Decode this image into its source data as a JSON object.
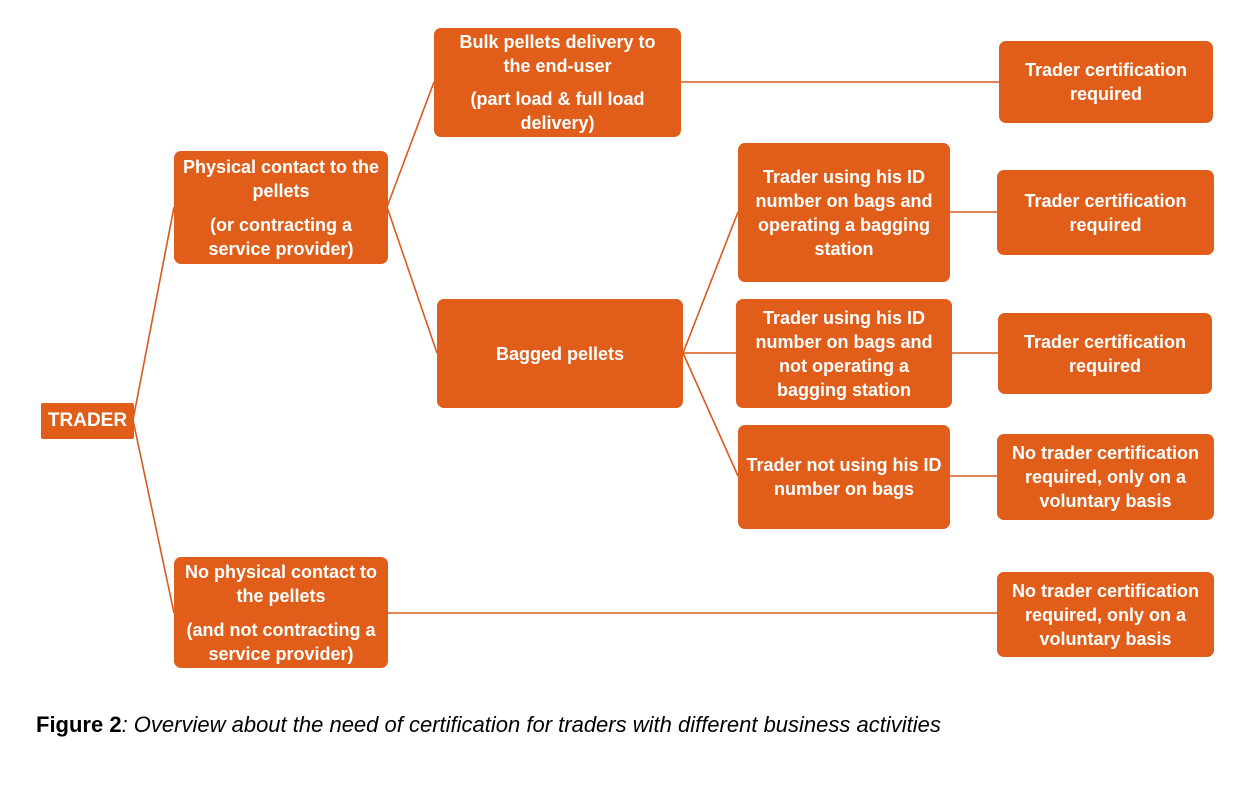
{
  "diagram": {
    "root": "TRADER",
    "physical_contact": {
      "line1": "Physical contact to the",
      "line2": "pellets",
      "line3": "(or contracting a",
      "line4": "service provider)"
    },
    "no_physical_contact": {
      "line1": "No physical contact to",
      "line2": "the pellets",
      "line3": "(and not contracting a",
      "line4": "service provider)"
    },
    "bulk": {
      "line1": "Bulk pellets delivery to",
      "line2": "the end-user",
      "line3": "(part load & full load",
      "line4": "delivery)"
    },
    "bagged": "Bagged pellets",
    "bag_station": {
      "line1": "Trader using his ID",
      "line2": "number on bags and",
      "line3": "operating a bagging",
      "line4": "station"
    },
    "bag_no_station": {
      "line1": "Trader using his ID",
      "line2": "number on bags and",
      "line3": "not operating a",
      "line4": "bagging station"
    },
    "bag_no_id": {
      "line1": "Trader not using his ID",
      "line2": "number on bags"
    },
    "cert_required": {
      "line1": "Trader certification",
      "line2": "required"
    },
    "no_cert": {
      "line1": "No trader certification",
      "line2": "required, only on a",
      "line3": "voluntary basis"
    }
  },
  "caption": {
    "label": "Figure 2",
    "text": ": Overview about the need of certification for traders with different business activities"
  },
  "colors": {
    "node_fill": "#e05d1a",
    "connector": "#d85a1c",
    "node_text": "#ffffff"
  }
}
